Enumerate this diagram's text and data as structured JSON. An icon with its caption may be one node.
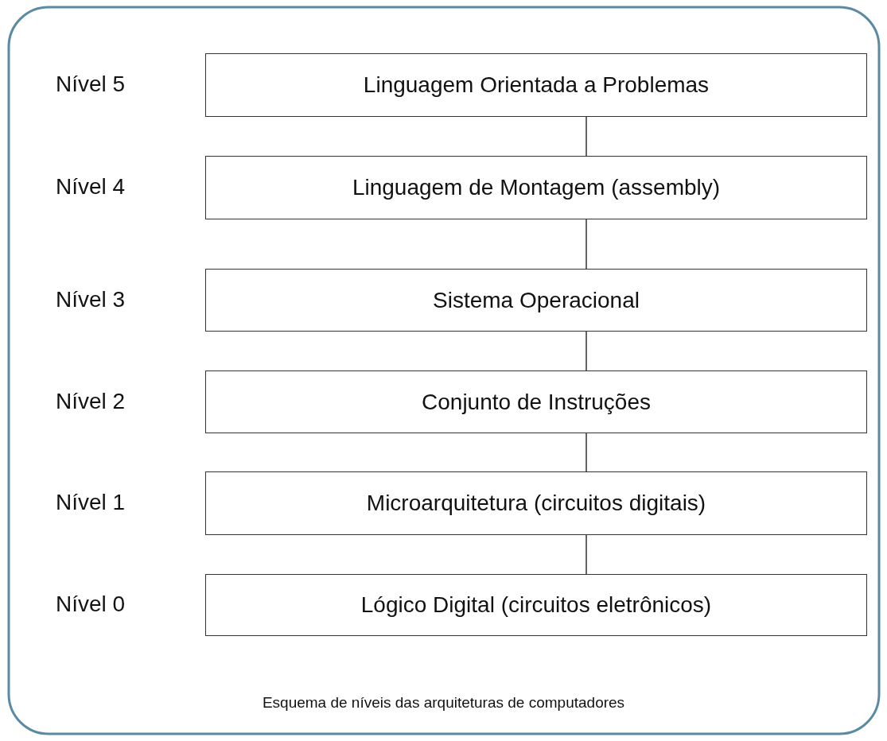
{
  "diagram": {
    "caption": "Esquema de níveis das arquiteturas de computadores",
    "nodes": [
      {
        "text": [
          "Linguagem Orientada a Problemas"
        ]
      },
      {
        "text": [
          "Linguagem de Montagem (assembly)"
        ]
      },
      {
        "text": [
          "Sistema Operacional"
        ]
      },
      {
        "text": [
          "Conjunto de Instruções"
        ]
      },
      {
        "text": [
          "Microarquitetura (circuitos digitais)"
        ]
      },
      {
        "text": [
          "Lógico Digital (circuitos eletrônicos)"
        ]
      }
    ],
    "edges": [
      {
        "from": 0,
        "to": 1,
        "arrow": "none"
      },
      {
        "from": 1,
        "to": 2,
        "arrow": "none"
      },
      {
        "from": 2,
        "to": 3,
        "arrow": "none"
      },
      {
        "from": 3,
        "to": 4,
        "arrow": "none"
      },
      {
        "from": 4,
        "to": 5,
        "arrow": "none"
      }
    ],
    "labels": [
      "Nível 5",
      "Nível 4",
      "Nível 3",
      "Nível 2",
      "Nível 1",
      "Nível 0"
    ]
  }
}
